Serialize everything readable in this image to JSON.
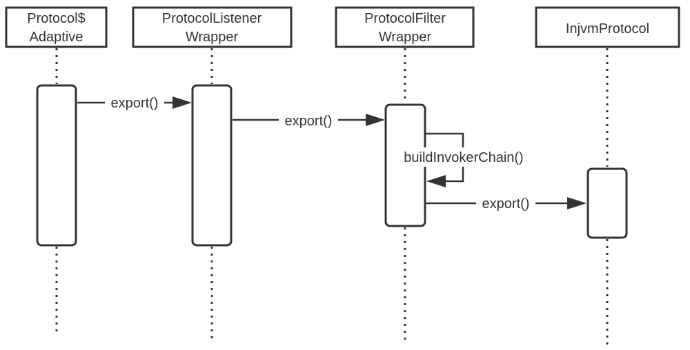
{
  "diagram": {
    "type": "sequence",
    "participants": [
      {
        "id": "adaptive",
        "lines": [
          "Protocol$",
          "Adaptive"
        ]
      },
      {
        "id": "listener",
        "lines": [
          "ProtocolListener",
          "Wrapper"
        ]
      },
      {
        "id": "filter",
        "lines": [
          "ProtocolFilter",
          "Wrapper"
        ]
      },
      {
        "id": "injvm",
        "lines": [
          "InjvmProtocol"
        ]
      }
    ],
    "messages": [
      {
        "from": "adaptive",
        "to": "listener",
        "label": "export()"
      },
      {
        "from": "listener",
        "to": "filter",
        "label": "export()"
      },
      {
        "from": "filter",
        "to": "filter",
        "label": "buildInvokerChain()",
        "self": true
      },
      {
        "from": "filter",
        "to": "injvm",
        "label": "export()"
      }
    ],
    "colors": {
      "stroke": "#333333",
      "background": "#ffffff"
    }
  }
}
